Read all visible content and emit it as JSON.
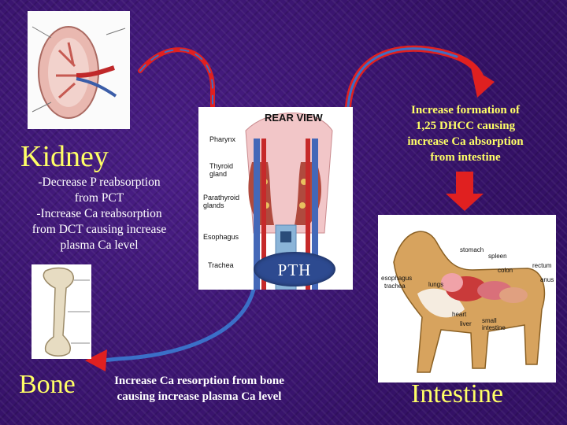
{
  "kidney": {
    "title": "Kidney",
    "desc_lines": [
      "-Decrease P  reabsorption",
      "from PCT",
      "-Increase Ca reabsorption",
      "from DCT causing increase",
      "plasma Ca level"
    ]
  },
  "rear_view": {
    "heading": "REAR VIEW",
    "labels": [
      "Pharynx",
      "Thyroid gland",
      "Parathyroid glands",
      "Esophagus",
      "Trachea"
    ]
  },
  "pth": {
    "label": "PTH"
  },
  "bone": {
    "title": "Bone",
    "desc_lines": [
      "Increase Ca resorption  from bone",
      "causing increase  plasma Ca level"
    ]
  },
  "intestine": {
    "title": "Intestine",
    "desc_lines": [
      "Increase formation of",
      "1,25 DHCC causing",
      "increase Ca absorption",
      "from intestine"
    ]
  },
  "dog_labels": [
    "stomach",
    "spleen",
    "colon",
    "rectum",
    "anus",
    "esophagus",
    "trachea",
    "lungs",
    "heart",
    "liver",
    "small intestine"
  ],
  "colors": {
    "background": "#3a1470",
    "title_yellow": "#ffff66",
    "arrow_red": "#e02020",
    "arrow_blue": "#3b6fc8"
  }
}
